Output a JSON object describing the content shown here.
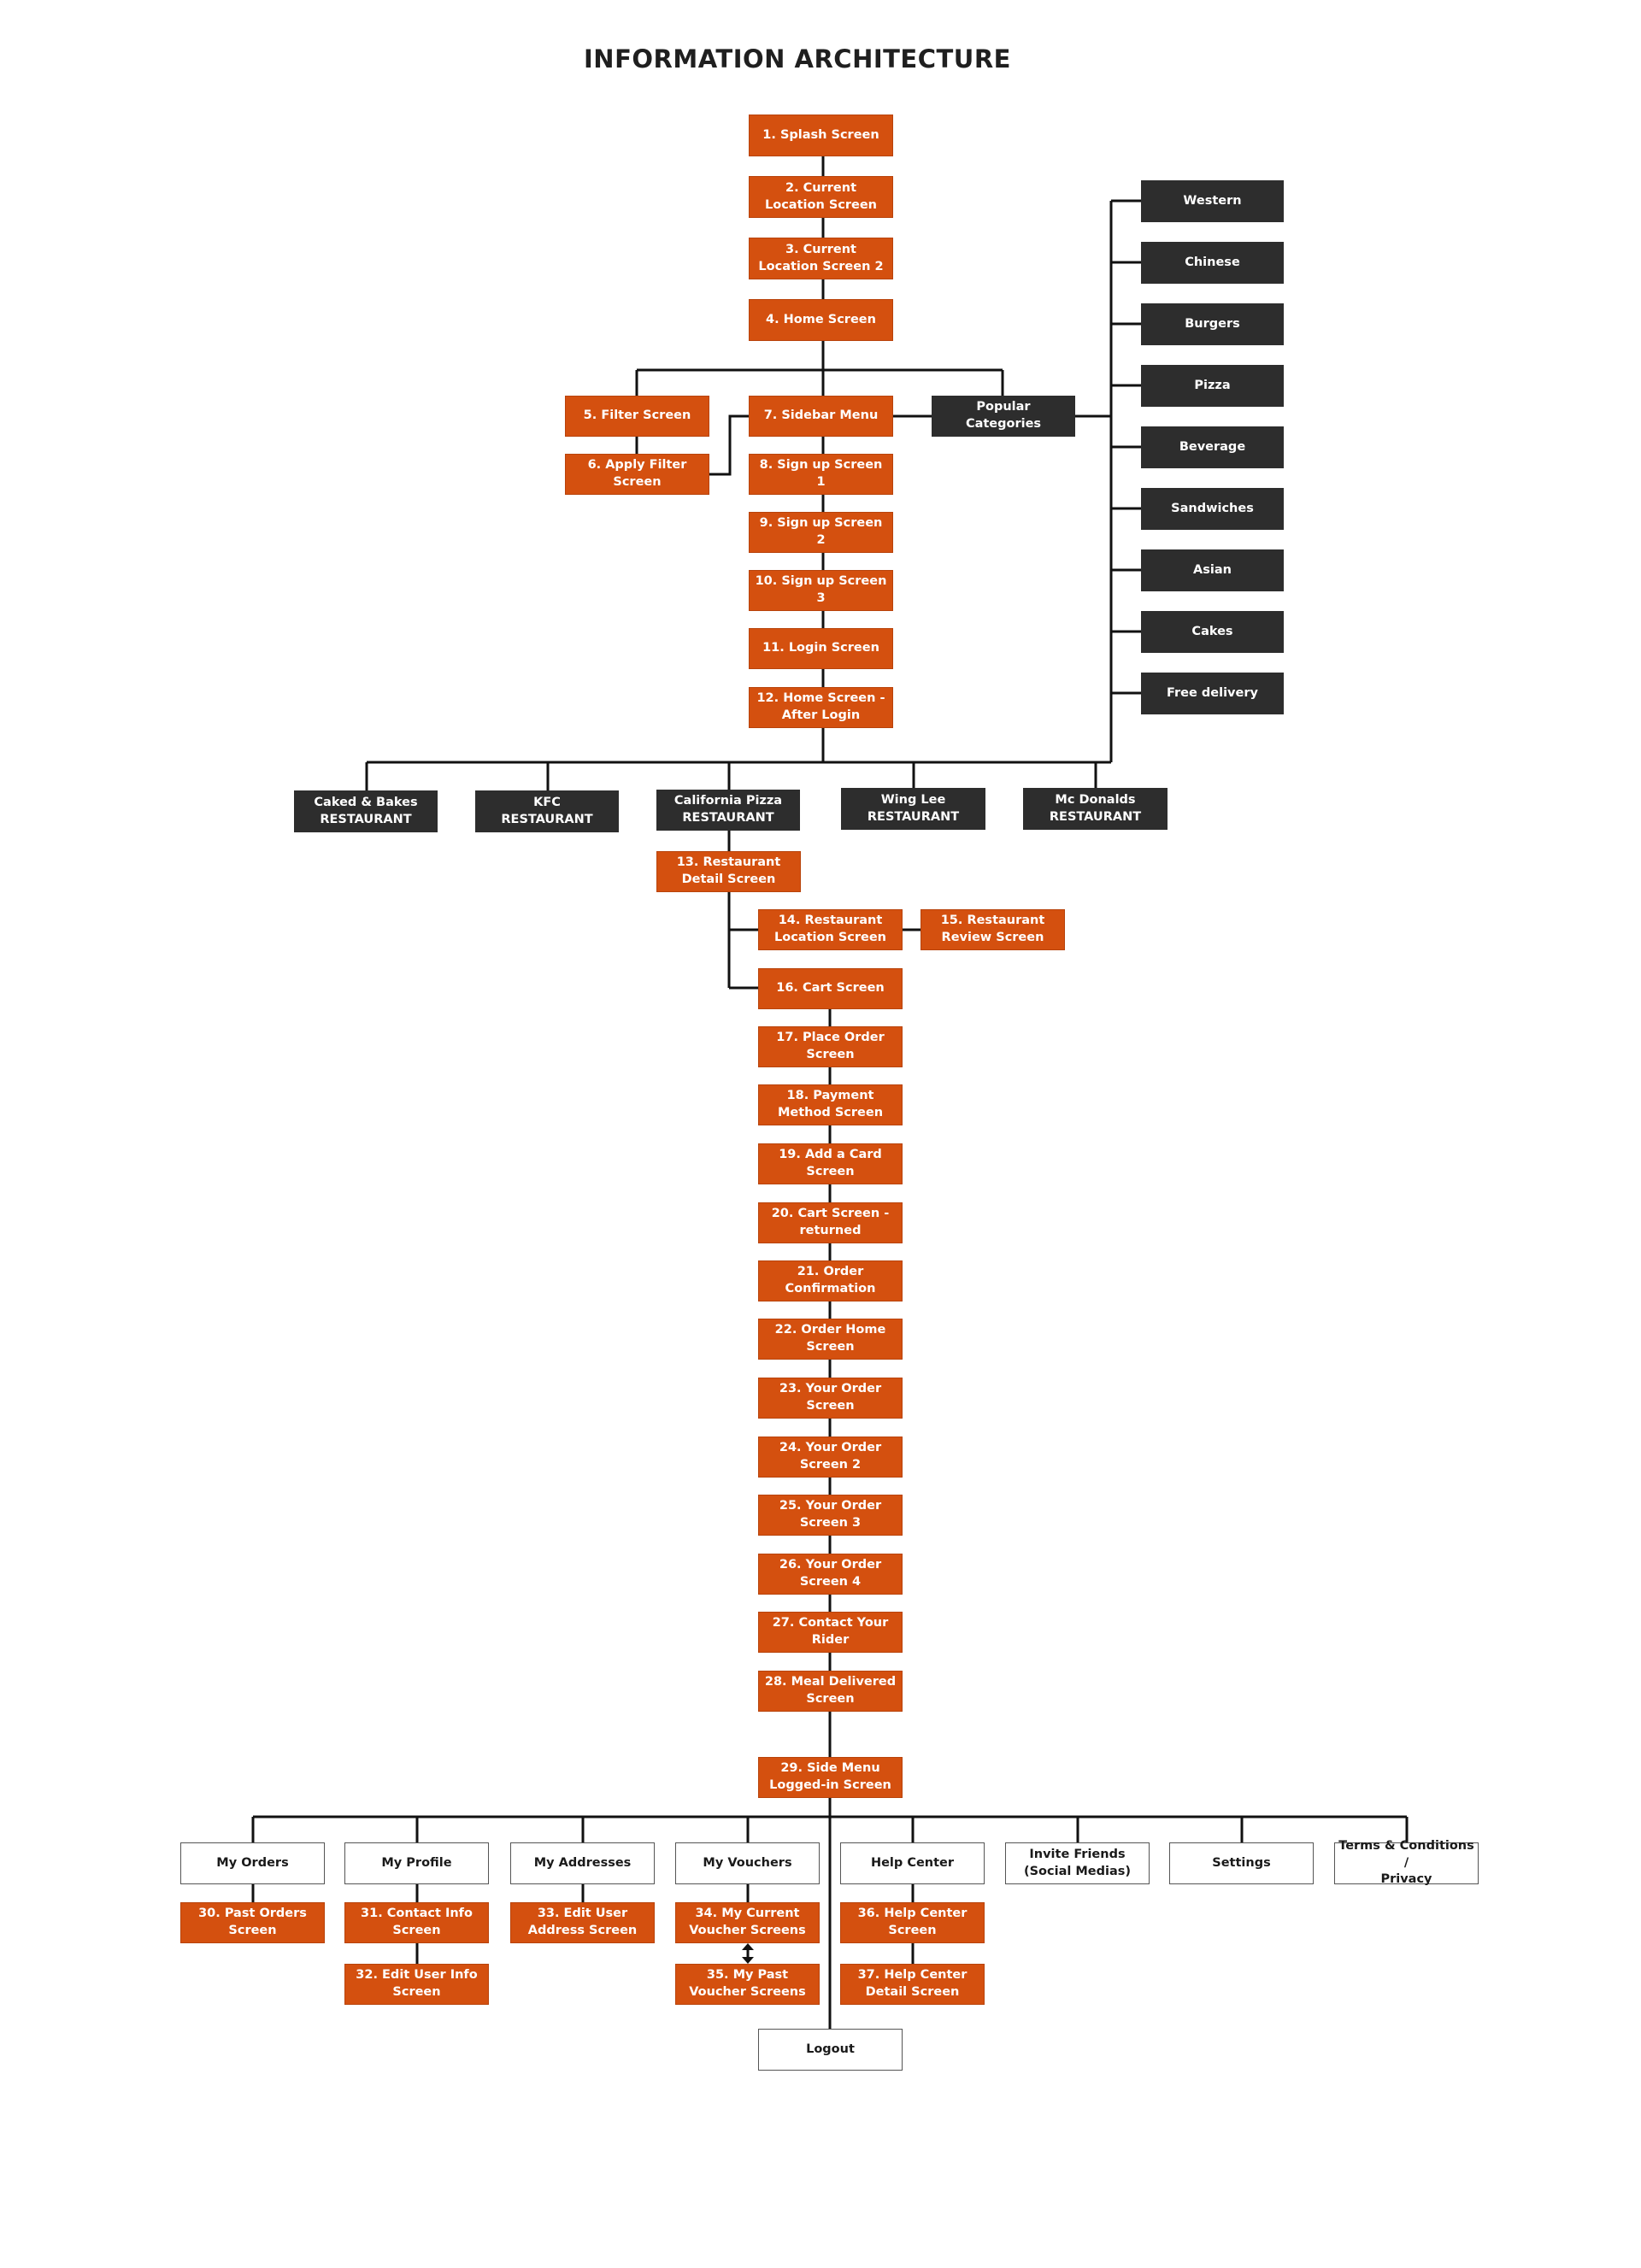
{
  "title": "INFORMATION ARCHITECTURE",
  "colors": {
    "orange": "#d4500f",
    "dark": "#2d2d2d",
    "white": "#ffffff",
    "line": "#111111"
  },
  "nodes": {
    "n1": "1. Splash Screen",
    "n2": "2. Current\nLocation Screen",
    "n3": "3. Current\nLocation Screen 2",
    "n4": "4. Home Screen",
    "n5": "5. Filter Screen",
    "n6": "6. Apply Filter\nScreen",
    "n7": "7. Sidebar Menu",
    "n8": "8. Sign up Screen\n1",
    "n9": "9. Sign up Screen\n2",
    "n10": "10. Sign up Screen\n3",
    "n11": "11. Login Screen",
    "n12": "12. Home Screen -\nAfter Login",
    "popular": "Popular\nCategories",
    "cat_western": "Western",
    "cat_chinese": "Chinese",
    "cat_burgers": "Burgers",
    "cat_pizza": "Pizza",
    "cat_beverage": "Beverage",
    "cat_sandwiches": "Sandwiches",
    "cat_asian": "Asian",
    "cat_cakes": "Cakes",
    "cat_free": "Free delivery",
    "r_caked": "Caked & Bakes\nRESTAURANT",
    "r_kfc": "KFC\nRESTAURANT",
    "r_california": "California Pizza\nRESTAURANT",
    "r_wing": "Wing Lee\nRESTAURANT",
    "r_mc": "Mc Donalds\nRESTAURANT",
    "n13": "13. Restaurant\nDetail Screen",
    "n14": "14. Restaurant\nLocation Screen",
    "n15": "15. Restaurant\nReview Screen",
    "n16": "16. Cart Screen",
    "n17": "17. Place Order\nScreen",
    "n18": "18. Payment\nMethod Screen",
    "n19": "19. Add a Card\nScreen",
    "n20": "20. Cart Screen -\nreturned",
    "n21": "21. Order\nConfirmation",
    "n22": "22. Order Home\nScreen",
    "n23": "23. Your Order\nScreen",
    "n24": "24. Your Order\nScreen 2",
    "n25": "25. Your Order\nScreen 3",
    "n26": "26. Your Order\nScreen 4",
    "n27": "27. Contact Your\nRider",
    "n28": "28. Meal Delivered\nScreen",
    "n29": "29. Side Menu\nLogged-in Screen",
    "m_orders": "My Orders",
    "m_profile": "My Profile",
    "m_addresses": "My Addresses",
    "m_vouchers": "My Vouchers",
    "m_help": "Help Center",
    "m_invite": "Invite Friends\n(Social Medias)",
    "m_settings": "Settings",
    "m_terms": "Terms & Conditions /\nPrivacy",
    "n30": "30. Past Orders\nScreen",
    "n31": "31. Contact Info\nScreen",
    "n32": "32. Edit User Info\nScreen",
    "n33": "33. Edit User\nAddress Screen",
    "n34": "34. My Current\nVoucher Screens",
    "n35": "35. My Past\nVoucher Screens",
    "n36": "36. Help Center\nScreen",
    "n37": "37. Help Center\nDetail Screen",
    "logout": "Logout"
  }
}
